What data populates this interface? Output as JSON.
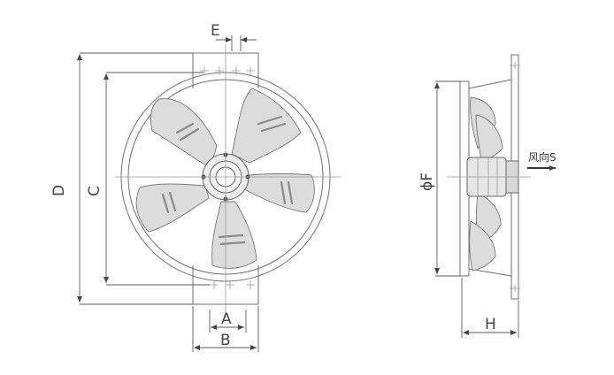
{
  "labels": {
    "A": "A",
    "B": "B",
    "C": "C",
    "D": "D",
    "E": "E",
    "F": "ϕF",
    "H": "H",
    "airflow": "风向S"
  },
  "colors": {
    "line": "#6f6f6f",
    "blade_fill": "#dcdcdc",
    "arrow": "#333333"
  }
}
